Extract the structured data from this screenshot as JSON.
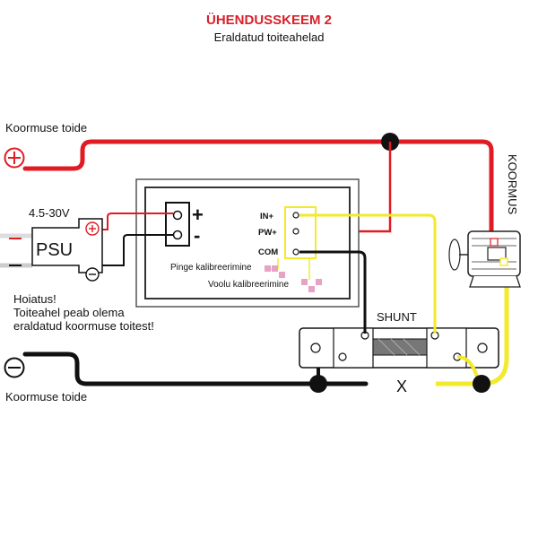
{
  "title": "ÜHENDUSSKEEM 2",
  "subtitle": "Eraldatud toiteahelad",
  "load_supply_top": "Koormuse toide",
  "load_supply_bottom": "Koormuse toide",
  "load_label": "KOORMUS",
  "voltage_range": "4.5-30V",
  "psu_label": "PSU",
  "warning": [
    "Hoiatus!",
    "Toiteahel peab olema",
    "eraldatud koormuse toitest!"
  ],
  "meter": {
    "plus_sign": "+",
    "minus_sign": "-",
    "terminals": [
      "IN+",
      "PW+",
      "COM"
    ],
    "voltage_calibration": "Pinge kalibreerimine",
    "current_calibration": "Voolu kalibreerimine"
  },
  "shunt_label": "SHUNT",
  "break_mark": "X",
  "colors": {
    "positive": "#e01b24",
    "negative": "#111111",
    "signal": "#f2ea2a",
    "title": "#d9202a",
    "pads": "#e7a3c4"
  },
  "icons": [
    "plus-circle-icon",
    "minus-circle-icon",
    "motor-icon",
    "junction-dot-icon"
  ]
}
